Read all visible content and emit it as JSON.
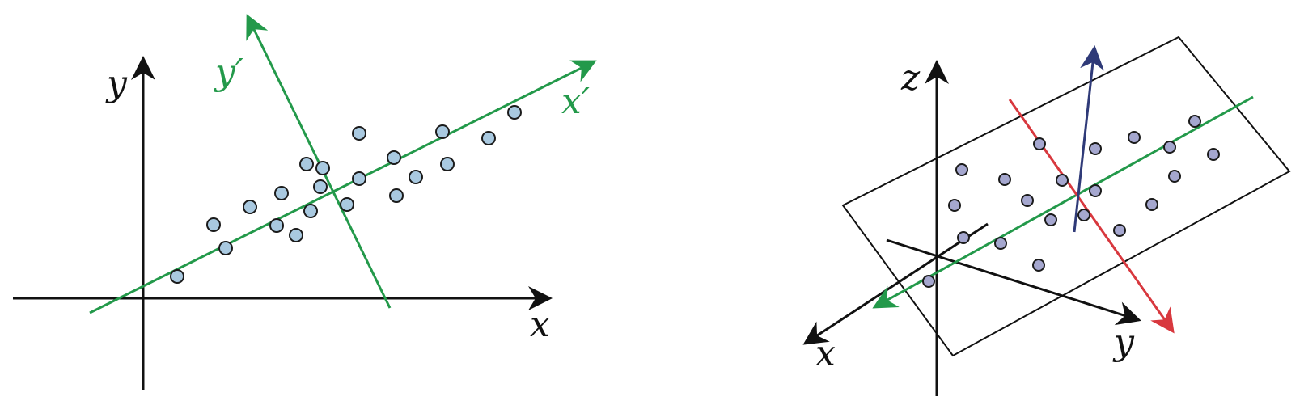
{
  "colors": {
    "axis": "#111111",
    "rotated_axes": "#23994a",
    "red_axis": "#d8383e",
    "blue_axis": "#2f3a78",
    "point_fill_left": "#a9c9e0",
    "point_fill_right": "#a5a7cf",
    "point_stroke": "#1b1b1b",
    "plane": "#111111"
  },
  "left_panel": {
    "labels": {
      "x": "x",
      "y": "y",
      "x_prime": "x′",
      "y_prime": "y′"
    }
  },
  "right_panel": {
    "labels": {
      "x": "x",
      "y": "y",
      "z": "z"
    }
  }
}
